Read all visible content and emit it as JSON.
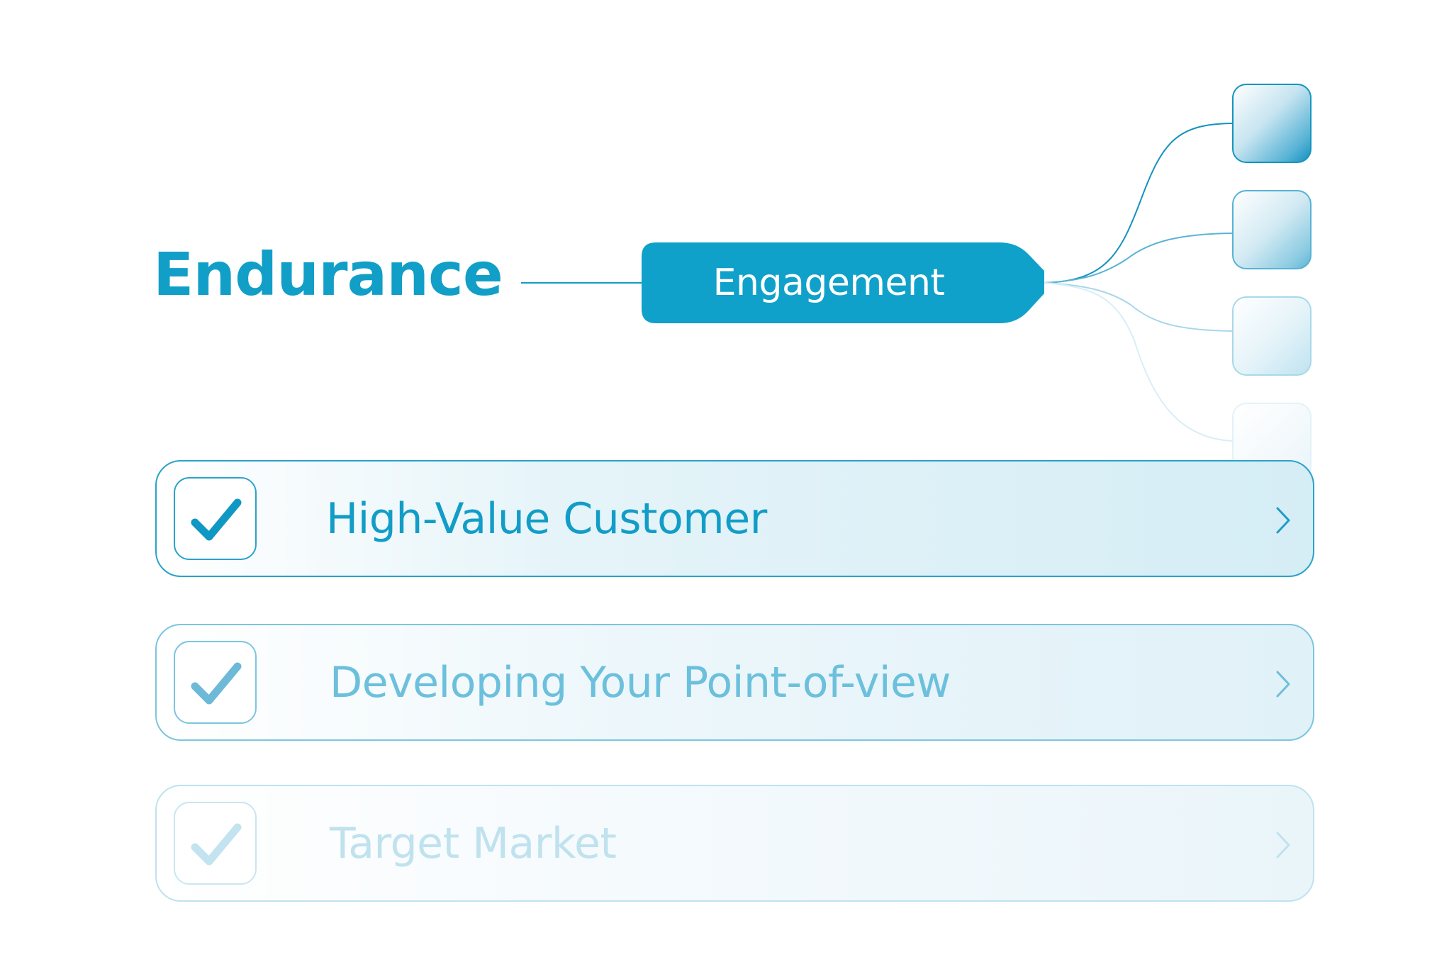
{
  "heading": {
    "title": "Endurance"
  },
  "engagement_tag": {
    "label": "Engagement"
  },
  "branch_nodes": {
    "count": 4
  },
  "checklist": {
    "items": [
      {
        "label": "High-Value Customer",
        "checked": true
      },
      {
        "label": "Developing Your Point-of-view",
        "checked": true
      },
      {
        "label": "Target Market",
        "checked": true
      }
    ]
  },
  "colors": {
    "accent": "#0fa1ca",
    "text_primary": "#129dc7",
    "text_secondary": "#6cc0dc",
    "text_tertiary": "#bfe2ee",
    "tag_fill": "#0fa1ca"
  },
  "icons": {
    "check": "checkmark-icon",
    "chevron": "chevron-right-icon"
  }
}
